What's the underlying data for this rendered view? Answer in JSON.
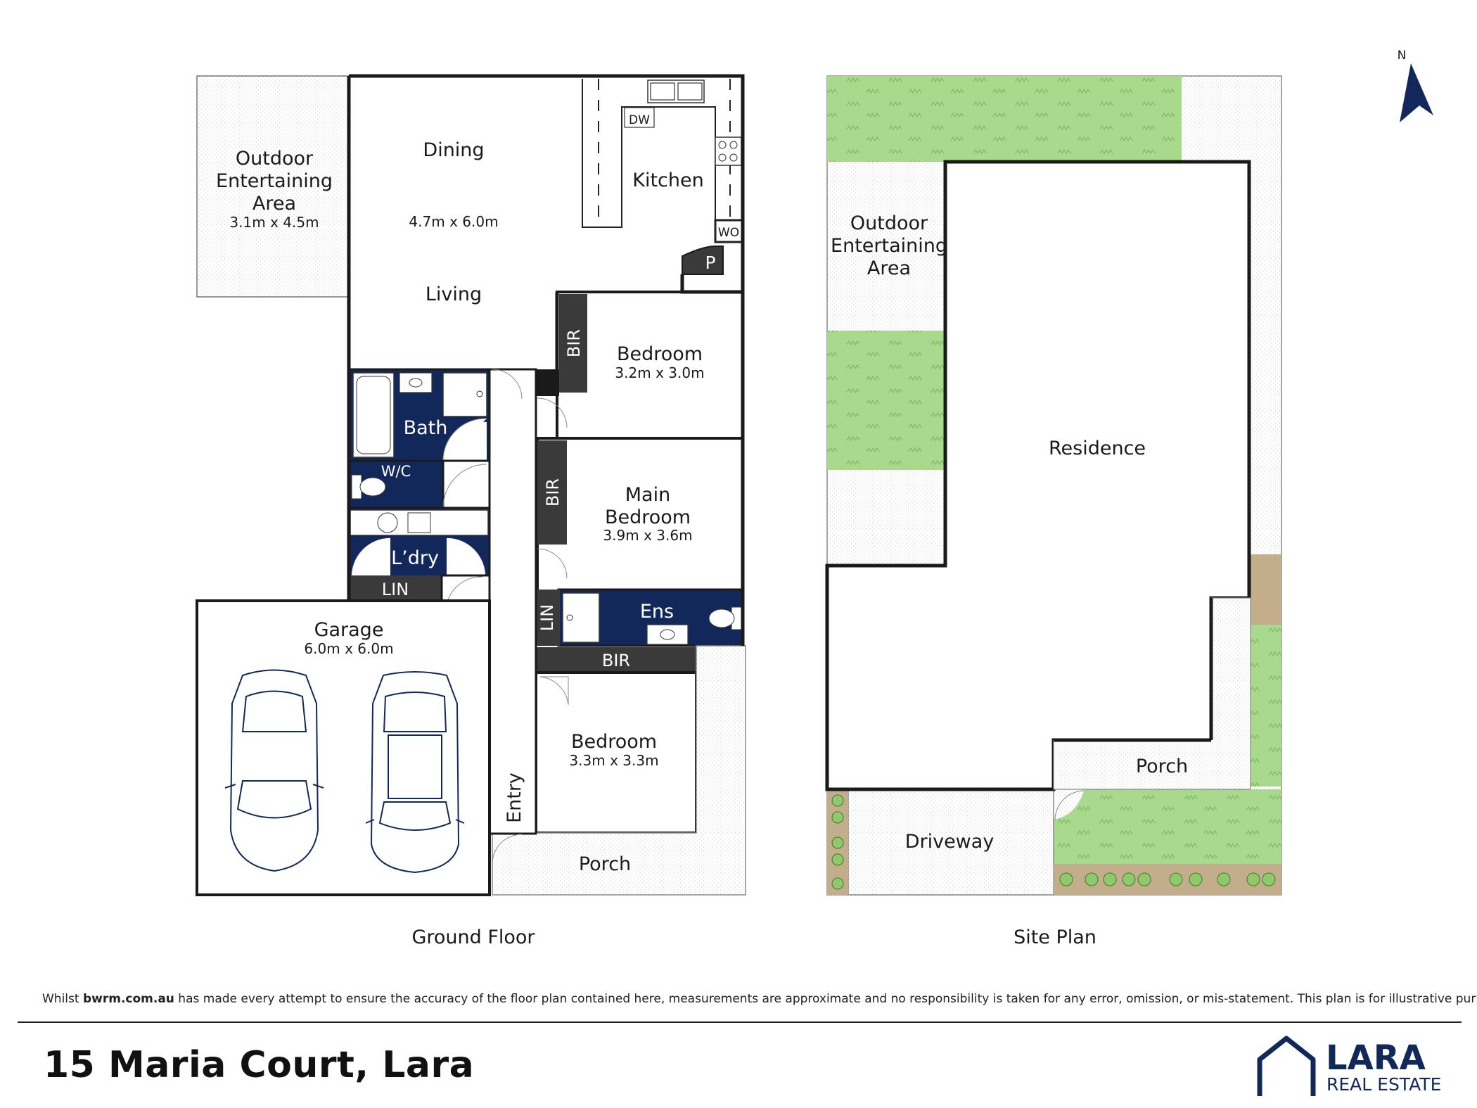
{
  "ground_floor": {
    "caption": "Ground Floor",
    "rooms": {
      "outdoor": {
        "line1": "Outdoor",
        "line2": "Entertaining",
        "line3": "Area",
        "dims": "3.1m x 4.5m"
      },
      "dining": {
        "name": "Dining",
        "dims": "4.7m x 6.0m"
      },
      "living": {
        "name": "Living"
      },
      "kitchen": {
        "name": "Kitchen"
      },
      "dw": "DW",
      "wo": "WO",
      "pantry": "P",
      "bath": "Bath",
      "wc": "W/C",
      "laundry": "L’dry",
      "lin1": "LIN",
      "lin2": "LIN",
      "bir1": "BIR",
      "bir2": "BIR",
      "bir3": "BIR",
      "bedroom1": {
        "name": "Bedroom",
        "dims": "3.2m x 3.0m"
      },
      "main_bedroom": {
        "line1": "Main",
        "line2": "Bedroom",
        "dims": "3.9m x 3.6m"
      },
      "ensuite": "Ens",
      "bedroom2": {
        "name": "Bedroom",
        "dims": "3.3m x 3.3m"
      },
      "garage": {
        "name": "Garage",
        "dims": "6.0m x 6.0m"
      },
      "entry": "Entry",
      "porch": "Porch"
    }
  },
  "site_plan": {
    "caption": "Site Plan",
    "outdoor": {
      "line1": "Outdoor",
      "line2": "Entertaining",
      "line3": "Area"
    },
    "residence": "Residence",
    "porch": "Porch",
    "driveway": "Driveway"
  },
  "compass": {
    "label": "N"
  },
  "disclaimer": {
    "before": "Whilst ",
    "site": "bwrm.com.au",
    "after": " has made every attempt to ensure the accuracy of the floor plan contained here, measurements are approximate and no responsibility is taken for any error, omission, or mis-statement. This plan is for illustrative purposes only."
  },
  "address": "15 Maria Court, Lara",
  "logo": {
    "line1": "LARA",
    "line2": "REAL ESTATE"
  },
  "colors": {
    "navy": "#13285a",
    "wall": "#1a1a1a",
    "dark_fill": "#3a3a3a",
    "lawn": "#a9d98c",
    "path": "#c2ae8a"
  }
}
